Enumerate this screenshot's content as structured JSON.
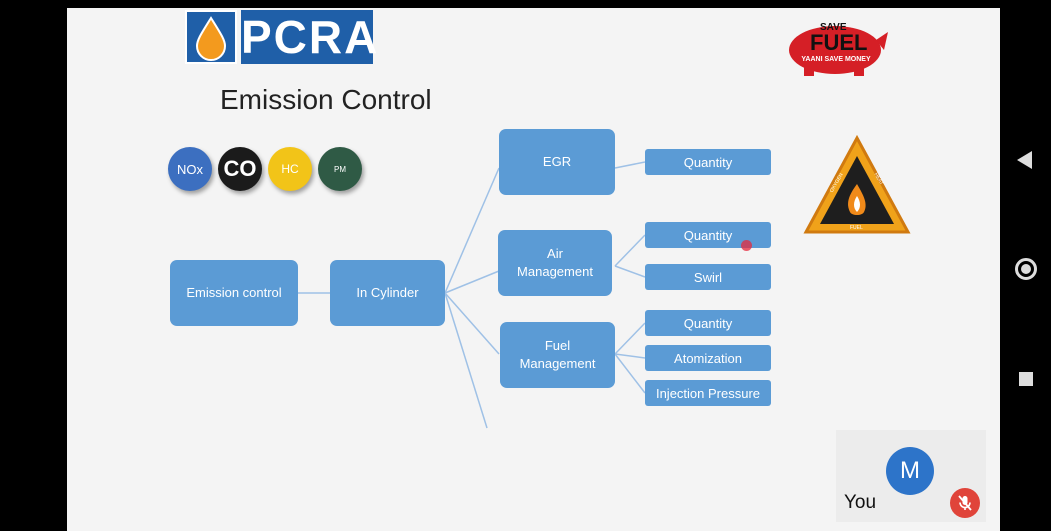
{
  "slide": {
    "logo_text": "PCRA",
    "title": "Emission Control",
    "pollutants": [
      {
        "label": "NOx",
        "bg": "#3c6fc0",
        "fg": "#ffffff"
      },
      {
        "label": "CO",
        "bg": "#1b1b1b",
        "fg": "#ffffff"
      },
      {
        "label": "HC",
        "bg": "#f2c418",
        "fg": "#ffffff"
      },
      {
        "label": "PM",
        "bg": "#2f5a45",
        "fg": "#ffffff"
      }
    ],
    "save_fuel": {
      "line1": "SAVE",
      "line2": "FUEL",
      "line3": "YAANI SAVE MONEY"
    },
    "triangle": {
      "left": "OXYGEN",
      "right": "HEAT",
      "bottom": "FUEL"
    },
    "diagram": {
      "root": "Emission control",
      "level1": "In Cylinder",
      "egr": "EGR",
      "air": "Air Management",
      "fuel": "Fuel Management",
      "egr_leaves": [
        "Quantity"
      ],
      "air_leaves": [
        "Quantity",
        "Swirl"
      ],
      "fuel_leaves": [
        "Quantity",
        "Atomization",
        "Injection Pressure"
      ]
    }
  },
  "call": {
    "avatar_initial": "M",
    "self_label": "You"
  },
  "colors": {
    "box": "#5b9bd5",
    "accent": "#1f5fa8",
    "mute": "#e0443a"
  }
}
